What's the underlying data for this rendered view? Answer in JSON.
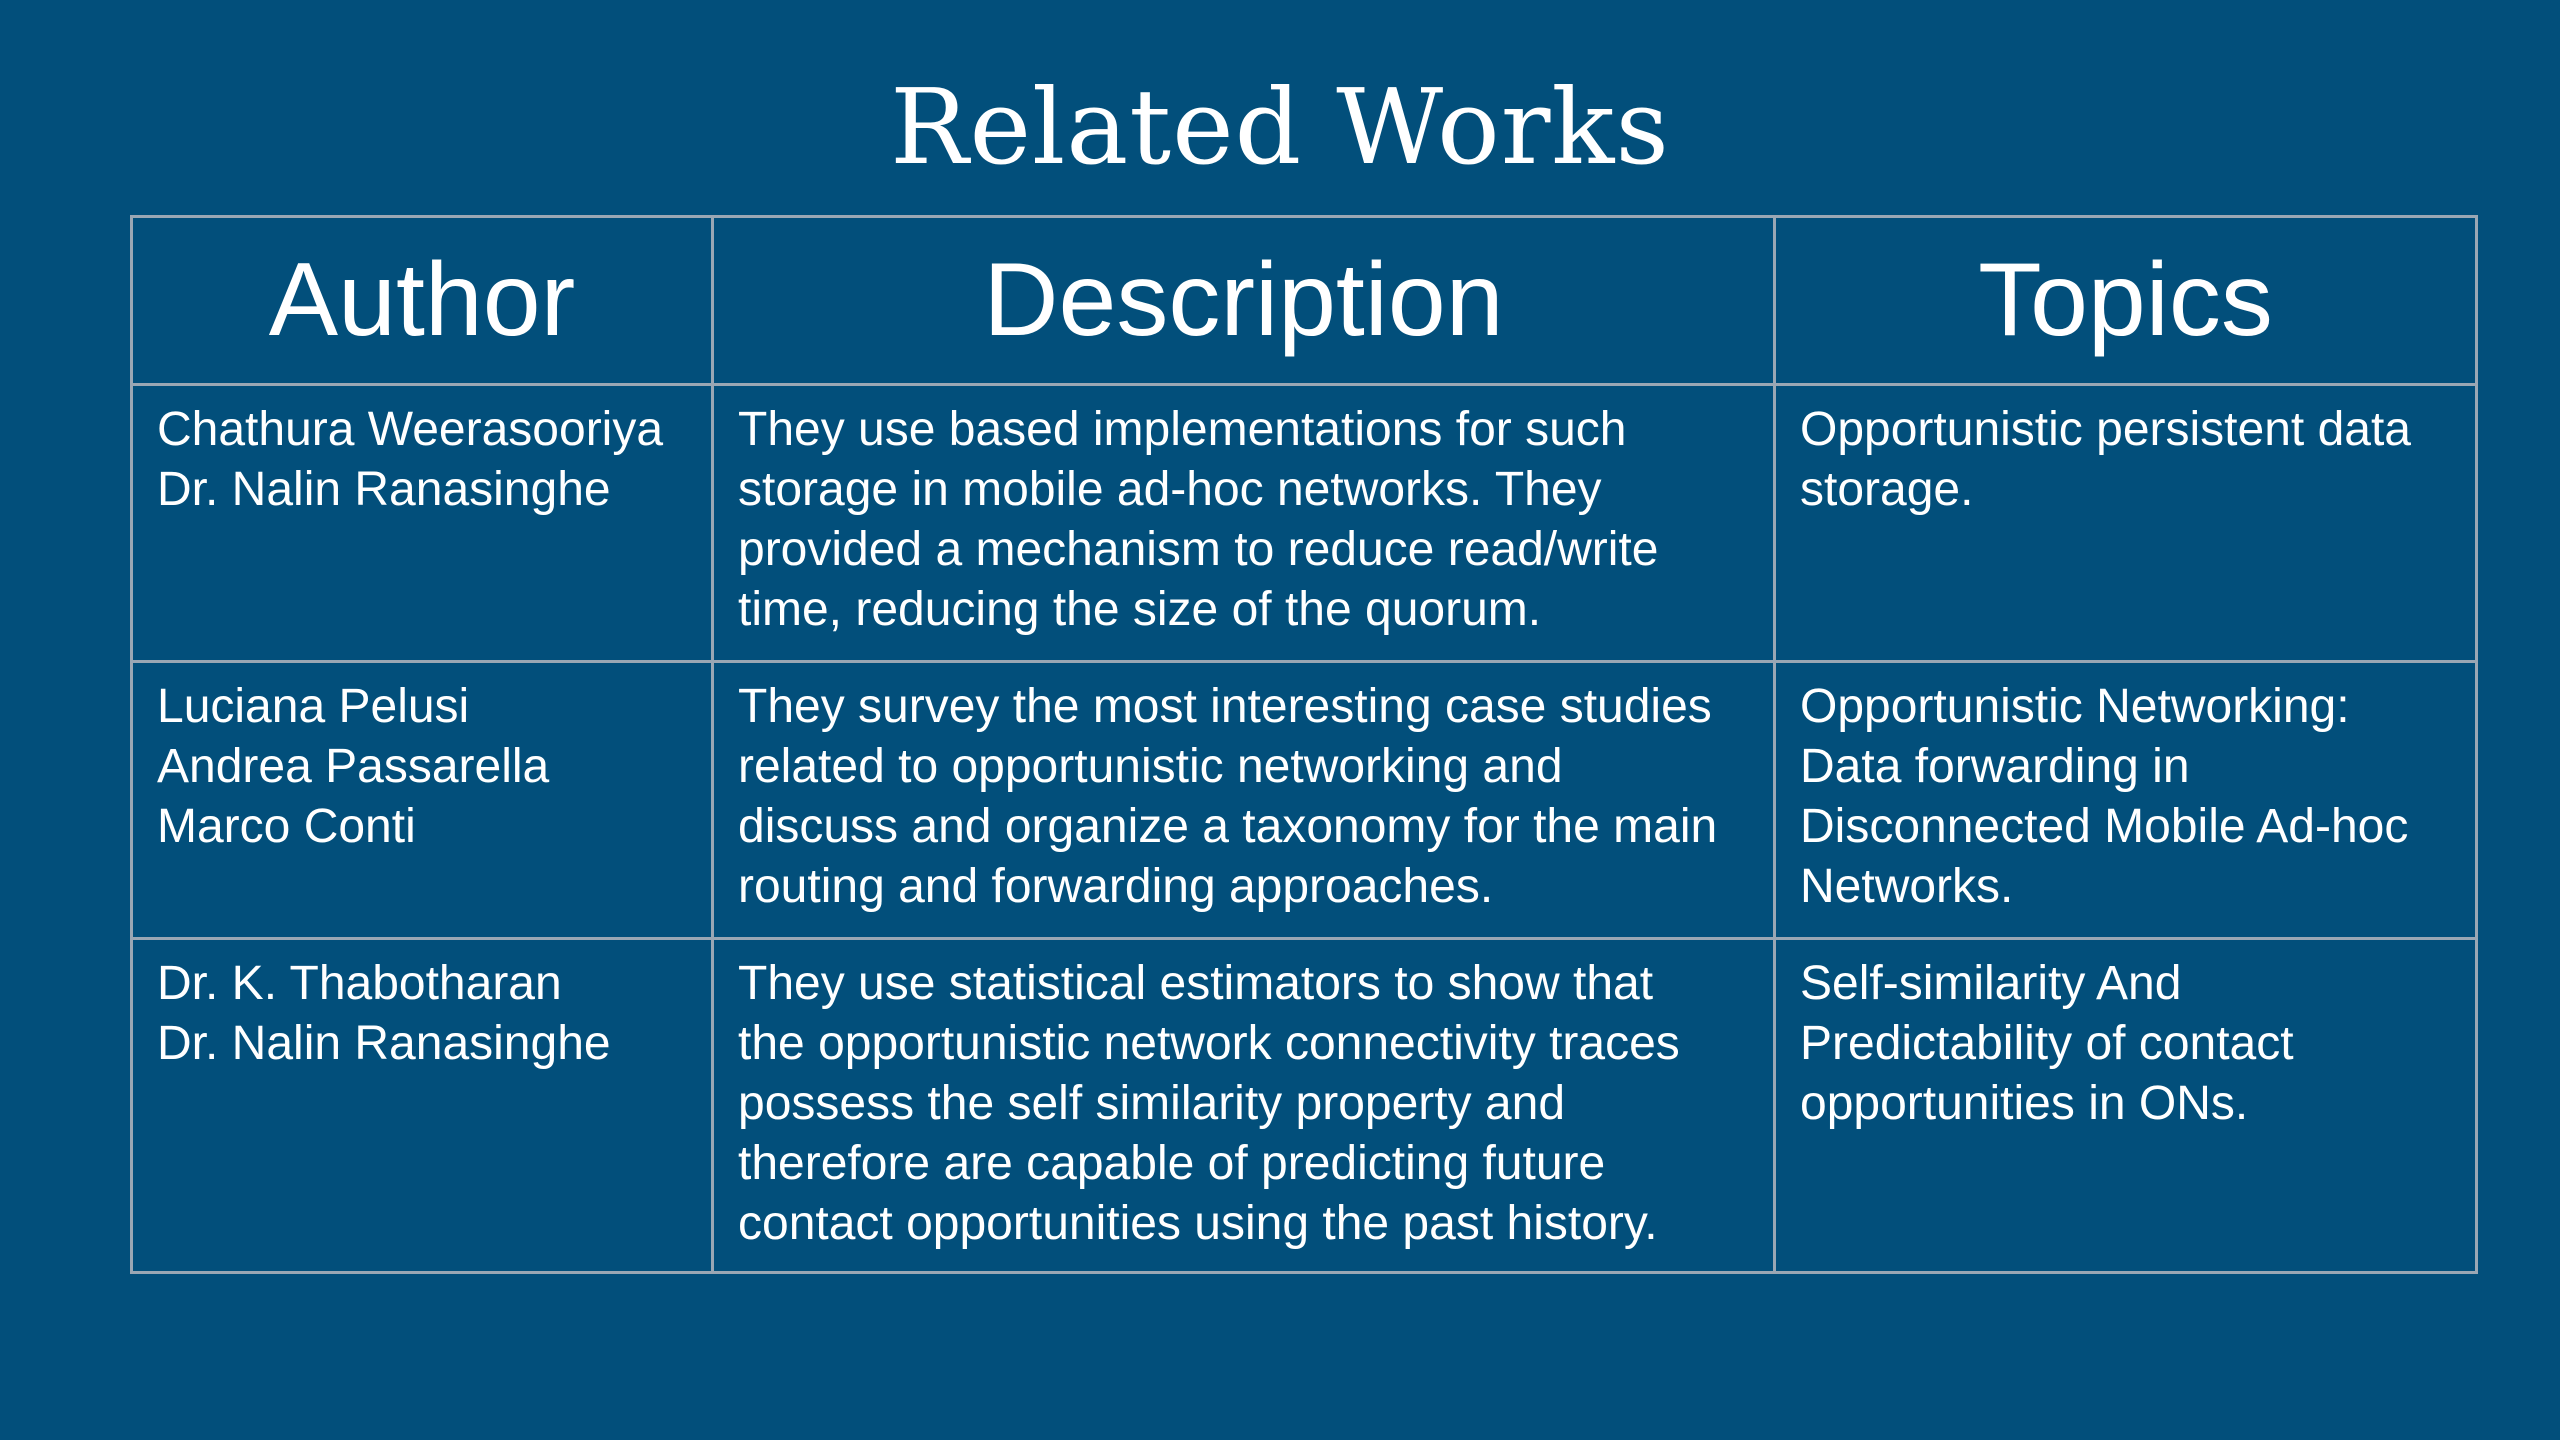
{
  "slide": {
    "title": "Related Works"
  },
  "table": {
    "headers": [
      "Author",
      "Description",
      "Topics"
    ],
    "rows": [
      {
        "author": [
          "Chathura Weerasooriya",
          "Dr. Nalin Ranasinghe"
        ],
        "description": [
          "They use based implementations for such",
          "storage in mobile ad-hoc networks. They",
          "provided a mechanism to reduce read/write",
          "time, reducing the size of the quorum."
        ],
        "topics": [
          "Opportunistic persistent data",
          "storage."
        ]
      },
      {
        "author": [
          "Luciana Pelusi",
          "Andrea Passarella",
          "Marco Conti"
        ],
        "description": [
          "They survey the most interesting case studies",
          "related to opportunistic networking and",
          "discuss and organize a taxonomy for the main",
          "routing and forwarding approaches."
        ],
        "topics": [
          "Opportunistic Networking:",
          "Data forwarding in",
          "Disconnected Mobile Ad-hoc",
          "Networks."
        ]
      },
      {
        "author": [
          "Dr. K. Thabotharan",
          "Dr. Nalin Ranasinghe"
        ],
        "description": [
          "They use statistical estimators to show that",
          "the opportunistic network connectivity traces",
          "possess the self similarity property and",
          "therefore are capable of predicting future",
          "contact opportunities using the past history."
        ],
        "topics": [
          "Self-similarity And",
          "Predictability of contact",
          "opportunities in ONs."
        ]
      }
    ]
  }
}
